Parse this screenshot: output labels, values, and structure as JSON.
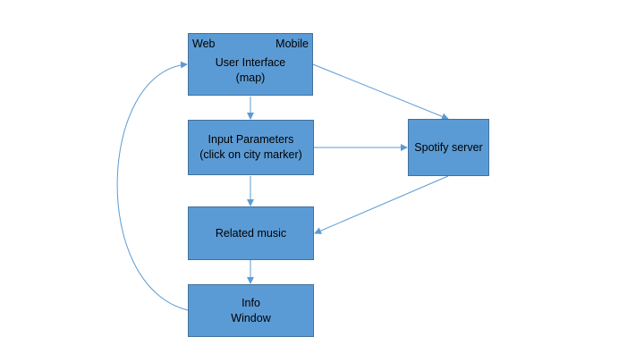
{
  "diagram": {
    "nodes": {
      "user_interface": {
        "corner_left": "Web",
        "corner_right": "Mobile",
        "lines": [
          "User Interface",
          "(map)"
        ]
      },
      "input_parameters": {
        "lines": [
          "Input Parameters",
          "(click on city marker)"
        ]
      },
      "related_music": {
        "lines": [
          "Related music"
        ]
      },
      "info_window": {
        "lines": [
          "Info",
          "Window"
        ]
      },
      "spotify_server": {
        "lines": [
          "Spotify server"
        ]
      }
    },
    "edges": [
      {
        "from": "user_interface",
        "to": "input_parameters"
      },
      {
        "from": "input_parameters",
        "to": "related_music"
      },
      {
        "from": "related_music",
        "to": "info_window"
      },
      {
        "from": "user_interface",
        "to": "spotify_server"
      },
      {
        "from": "input_parameters",
        "to": "spotify_server"
      },
      {
        "from": "spotify_server",
        "to": "related_music"
      },
      {
        "from": "info_window",
        "to": "user_interface"
      }
    ],
    "colors": {
      "box_fill": "#5b9bd5",
      "box_border": "#41719c",
      "connector": "#5b9bd5"
    }
  }
}
